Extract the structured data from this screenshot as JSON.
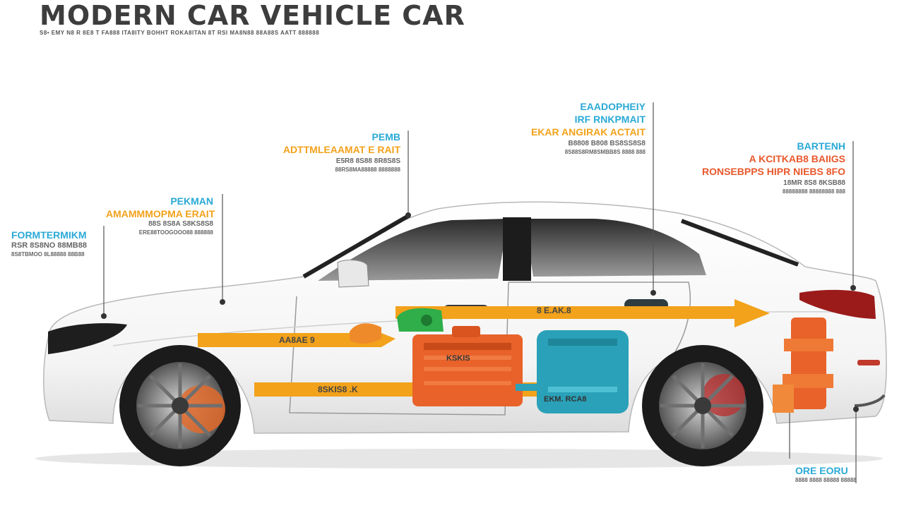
{
  "title": "MODERN CAR VEHICLE CAR",
  "subtitle": "S8• EMY N8 R 8E8 T FA888 ITA8ITY BOHHT ROKA8ITAN 8T RSI MA8N88 88A88S AATT 888888",
  "callouts": {
    "front": {
      "title": "FORMTERMIKM",
      "line1": "RSR 8S8NO 88MB88",
      "line2": "8S8TBMOO 8L88888 88B88"
    },
    "hood": {
      "title": "PEKMAN",
      "line1": "AMAMMMOPMA ERAIT",
      "line2": "88S 8S8A S8KS8S8",
      "line3": "ERE88TOOGOOO88 888888"
    },
    "windshield": {
      "title": "PEMB",
      "line1": "ADTTMLEAAMAT E RAIT",
      "line2": "E5R8 8S88 8R8S8S",
      "line3": "88RS8MA88888 8888888"
    },
    "roof": {
      "title": "EAADOPHEIY",
      "line1": "IRF RNKPMAIT",
      "line2": "EKAR ANGIRAK ACTAIT",
      "line3": "B8808 B808 BS8SS8S8",
      "line4": "8S88S8RM8SMBB8S 8888 888"
    },
    "rear": {
      "title": "BARTENH",
      "line1": "A KCITKAB8 BAIIGS",
      "line2": "RONSEBPPS HIPR NIEBS 8FO",
      "line3": "18MR 8S8 8KSB88",
      "line4": "88888888 88888888 888"
    },
    "bottom": {
      "title": "ORE EORU",
      "line1": "8888 8888 88888 88888"
    }
  },
  "flow_labels": {
    "top": "8 E.AK.8",
    "middle": "AA8AE 9",
    "lower": "8SKIS8 .K"
  },
  "part_labels": {
    "engine": "KSKIS",
    "tank": "EKM. RCA8"
  },
  "colors": {
    "accent_blue": "#2aa9d6",
    "accent_orange": "#f2a21b",
    "accent_red": "#e9582c",
    "engine_orange": "#e8622a",
    "tank_teal": "#2aa1b8",
    "green_part": "#2fae4a"
  }
}
